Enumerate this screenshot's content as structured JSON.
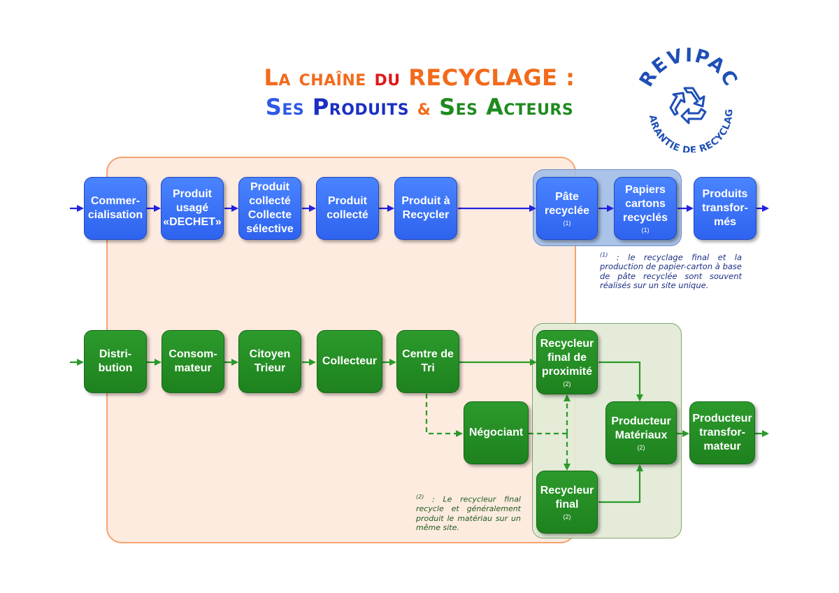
{
  "title": {
    "line1": {
      "part1": "La chaîne",
      "part2": "du",
      "part3": "RECYCLAGE :"
    },
    "line2": {
      "part1": "Ses",
      "part2": "Produits",
      "part3": "&",
      "part4": "Ses Acteurs"
    }
  },
  "logo": {
    "top_text": "REVIPAC",
    "bottom_text": "GARANTIE DE RECYCLAGE",
    "icon": "recycle-icon",
    "color": "#1f4fb5"
  },
  "colors": {
    "products": "#3a6ff7",
    "actors": "#238c23",
    "orange_region": "#fdebe0",
    "blue_region": "#a9c2e6",
    "green_region": "#e6ecdb"
  },
  "products": [
    {
      "lines": [
        "Commer-",
        "cialisation"
      ],
      "note": ""
    },
    {
      "lines": [
        "Produit",
        "usagé",
        "«DECHET»"
      ],
      "note": ""
    },
    {
      "lines": [
        "Produit",
        "collecté",
        "Collecte",
        "sélective"
      ],
      "note": ""
    },
    {
      "lines": [
        "Produit",
        "collecté"
      ],
      "note": ""
    },
    {
      "lines": [
        "Produit à",
        "Recycler"
      ],
      "note": ""
    },
    {
      "lines": [
        "Pâte",
        "recyclée"
      ],
      "note": "(1)"
    },
    {
      "lines": [
        "Papiers",
        "cartons",
        "recyclés"
      ],
      "note": "(1)"
    },
    {
      "lines": [
        "Produits",
        "transfor-",
        "més"
      ],
      "note": ""
    }
  ],
  "actors": [
    {
      "lines": [
        "Distri-",
        "bution"
      ],
      "note": ""
    },
    {
      "lines": [
        "Consom-",
        "mateur"
      ],
      "note": ""
    },
    {
      "lines": [
        "Citoyen",
        "Trieur"
      ],
      "note": ""
    },
    {
      "lines": [
        "Collecteur"
      ],
      "note": ""
    },
    {
      "lines": [
        "Centre de",
        "Tri"
      ],
      "note": ""
    },
    {
      "lines": [
        "Négociant"
      ],
      "note": ""
    },
    {
      "lines": [
        "Recycleur",
        "final de",
        "proximité"
      ],
      "note": "(2)"
    },
    {
      "lines": [
        "Recycleur",
        "final"
      ],
      "note": "(2)"
    },
    {
      "lines": [
        "Producteur",
        "Matériaux"
      ],
      "note": "(2)"
    },
    {
      "lines": [
        "Producteur",
        "transfor-",
        "mateur"
      ],
      "note": ""
    }
  ],
  "footnotes": {
    "fn1": {
      "mark": "(1)",
      "text": " : le recyclage final et la production de papier-carton à base de pâte recyclée sont souvent réalisés sur un site unique."
    },
    "fn2": {
      "mark": "(2)",
      "text": " : Le recycleur final recycle et généralement produit le matériau sur un même site."
    }
  }
}
